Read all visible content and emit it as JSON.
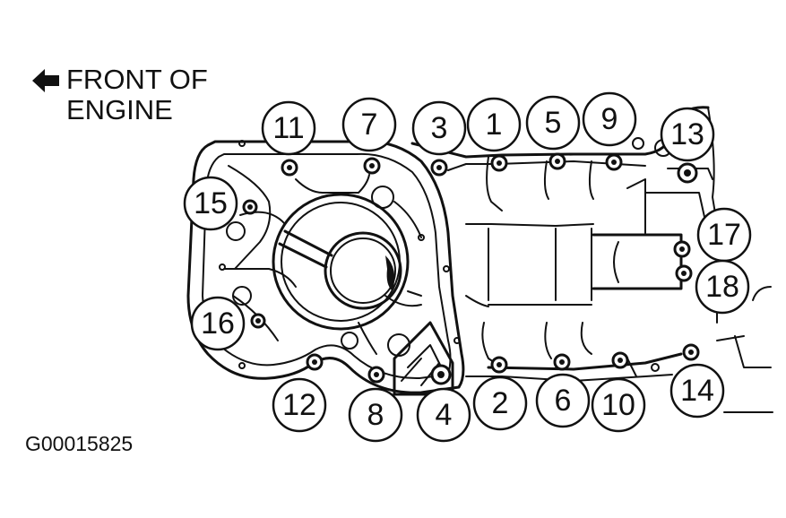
{
  "labels": {
    "front_line1": "FRONT OF",
    "front_line2": "ENGINE",
    "figure_code": "G00015825"
  },
  "callouts": [
    {
      "id": "c1",
      "text": "1"
    },
    {
      "id": "c2",
      "text": "2"
    },
    {
      "id": "c3",
      "text": "3"
    },
    {
      "id": "c4",
      "text": "4"
    },
    {
      "id": "c5",
      "text": "5"
    },
    {
      "id": "c6",
      "text": "6"
    },
    {
      "id": "c7",
      "text": "7"
    },
    {
      "id": "c8",
      "text": "8"
    },
    {
      "id": "c9",
      "text": "9"
    },
    {
      "id": "c10",
      "text": "10"
    },
    {
      "id": "c11",
      "text": "11"
    },
    {
      "id": "c12",
      "text": "12"
    },
    {
      "id": "c13",
      "text": "13"
    },
    {
      "id": "c14",
      "text": "14"
    },
    {
      "id": "c15",
      "text": "15"
    },
    {
      "id": "c16",
      "text": "16"
    },
    {
      "id": "c17",
      "text": "17"
    },
    {
      "id": "c18",
      "text": "18"
    }
  ]
}
